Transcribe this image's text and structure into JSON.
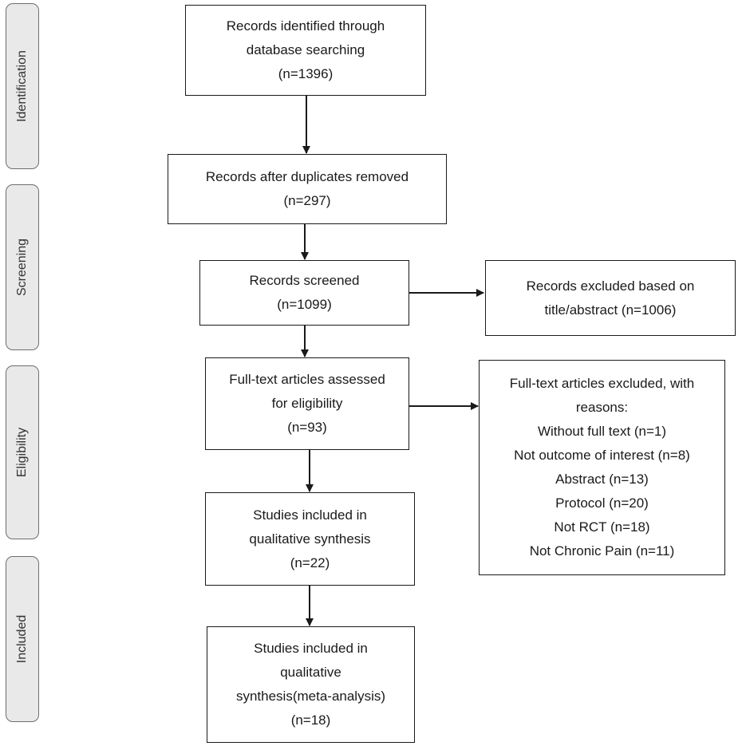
{
  "stages": [
    "Identification",
    "Screening",
    "Eligibility",
    "Included"
  ],
  "boxes": {
    "identified": {
      "lines": [
        "Records identified through",
        "database searching",
        "(n=1396)"
      ]
    },
    "duplicates_removed": {
      "lines": [
        "Records after duplicates removed",
        "(n=297)"
      ]
    },
    "screened": {
      "lines": [
        "Records screened",
        "(n=1099)"
      ]
    },
    "excluded_title": {
      "lines": [
        "Records excluded based on",
        "title/abstract (n=1006)"
      ]
    },
    "fulltext_assessed": {
      "lines": [
        "Full-text articles assessed",
        "for eligibility",
        "(n=93)"
      ]
    },
    "fulltext_excluded": {
      "lines": [
        "Full-text articles excluded, with",
        "reasons:",
        "Without full text (n=1)",
        "Not outcome of interest (n=8)",
        "Abstract (n=13)",
        "Protocol (n=20)",
        "Not RCT (n=18)",
        "Not Chronic Pain (n=11)"
      ]
    },
    "qualitative": {
      "lines": [
        "Studies included in",
        "qualitative synthesis",
        "(n=22)"
      ]
    },
    "meta_analysis": {
      "lines": [
        "Studies included in",
        "qualitative",
        "synthesis(meta-analysis)",
        "(n=18)"
      ]
    }
  }
}
